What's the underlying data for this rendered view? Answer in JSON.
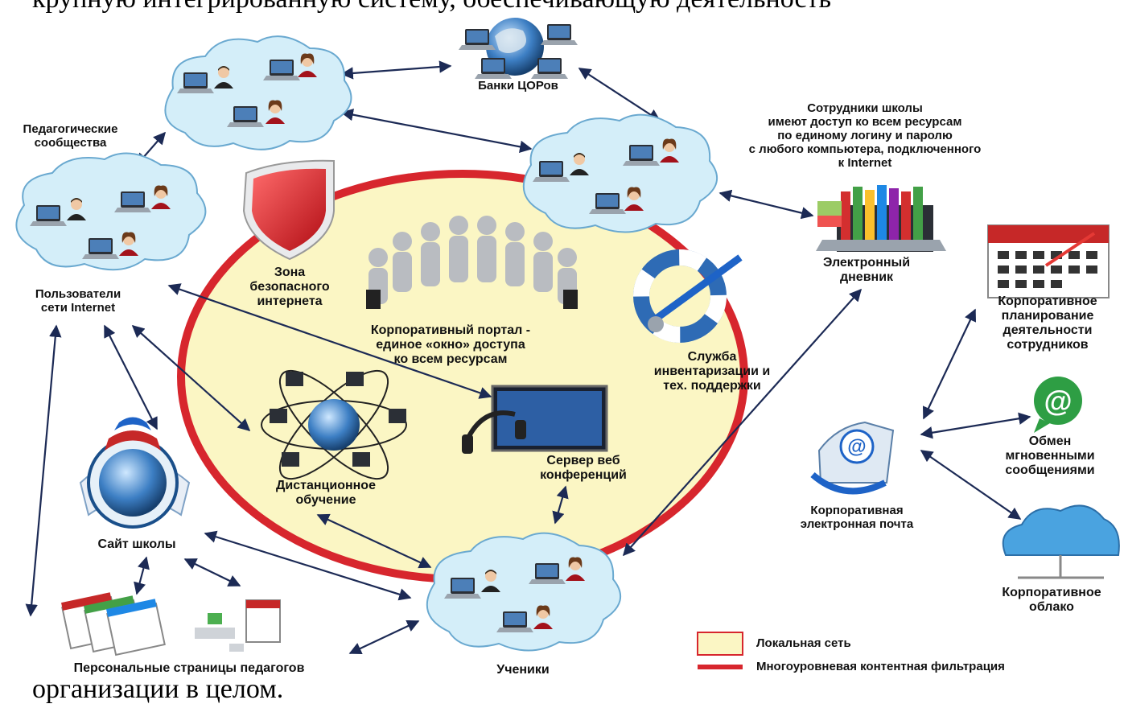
{
  "document": {
    "top_line": "крупную интегрированную систему, обеспечивающую деятельность",
    "bottom_line": "организации в целом."
  },
  "diagram": {
    "nodes": {
      "banks": "Банки ЦОРов",
      "staff": "Сотрудники школы\nимеют доступ ко всем ресурсам\nпо единому логину и паролю\nс любого компьютера, подключенного\nк Internet",
      "pedagogical": "Педагогические\nсообщества",
      "internet_users": "Пользователи\nсети Internet",
      "safe_zone": "Зона\nбезопасного\nинтернета",
      "portal": "Корпоративный портал -\nединое «окно» доступа\nко всем ресурсам",
      "diary": "Электронный\nдневник",
      "planning": "Корпоративное\nпланирование\nдеятельности\nсотрудников",
      "inventory": "Служба\nинвентаризации и\nтех. поддержки",
      "distance": "Дистанционное\nобучение",
      "webconf": "Сервер веб\nконференций",
      "email": "Корпоративная\nэлектронная почта",
      "messaging": "Обмен\nмгновенными\nсообщениями",
      "site": "Сайт школы",
      "cloud": "Корпоративное\nоблако",
      "personal_pages": "Персональные страницы педагогов",
      "students": "Ученики"
    },
    "legend": [
      {
        "label": "Локальная сеть",
        "color": "#fbf6c4"
      },
      {
        "label": "Многоуровневая контентная фильтрация",
        "color": "#d7262d"
      }
    ]
  },
  "colors": {
    "local_net_fill": "#fbf6c4",
    "filter_ring": "#d7262d",
    "cloud_fill": "#d4eef9",
    "arrow": "#1c2a55"
  }
}
